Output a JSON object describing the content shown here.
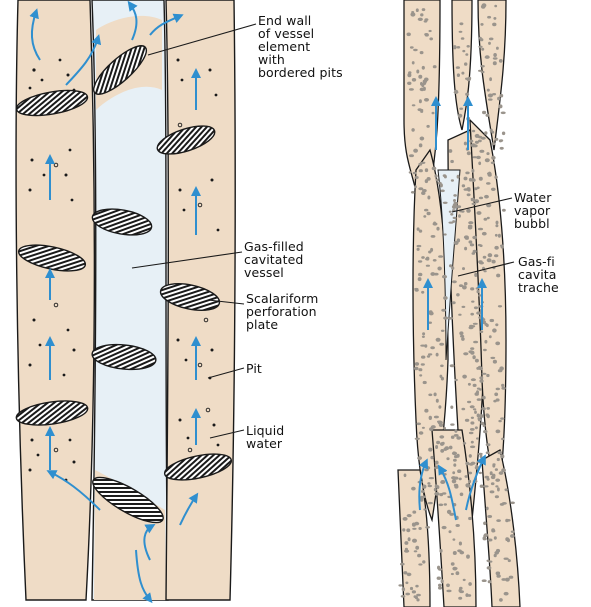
{
  "colors": {
    "cell_fill": "#efdcc6",
    "cavitated_fill": "#e7f0f6",
    "outline": "#1a1a1a",
    "arrow": "#2f8fcf",
    "speckle": "#9a948c",
    "plate_fill": "#6b6b6b"
  },
  "labels": {
    "end_wall": "End wall\nof vessel\nelement\nwith\nbordered pits",
    "gas_vessel": "Gas-filled\ncavitated\nvessel",
    "scalariform": "Scalariform\nperforation\nplate",
    "pit": "Pit",
    "liquid_water": "Liquid\nwater",
    "water_vapor": "Water\nvapor\nbubbl",
    "gas_tracheid": "Gas-fi\ncavita\ntrache"
  }
}
